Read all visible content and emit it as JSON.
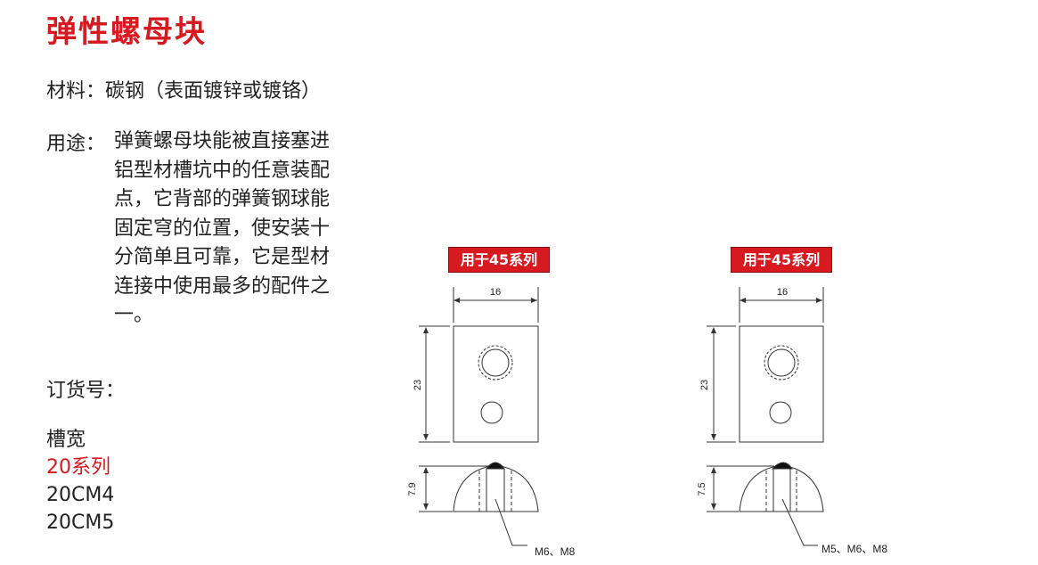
{
  "title": "弹性螺母块",
  "material": "材料：碳钢（表面镀锌或镀铬）",
  "usage_label": "用途：",
  "usage_lines": [
    "弹簧螺母块能被直接塞进",
    "铝型材槽坑中的任意装配",
    "点，它背部的弹簧钢球能",
    "固定穹的位置，使安装十",
    "分简单且可靠，它是型材",
    "连接中使用最多的配件之",
    "一。"
  ],
  "order_label": "订货号：",
  "order_list": {
    "header": "槽宽",
    "series": "20系列",
    "items": [
      "20CM4",
      "20CM5"
    ]
  },
  "drawings": [
    {
      "badge": "用于45系列",
      "width": "16",
      "height": "23",
      "side_height": "7.9",
      "thread": "M6、M8"
    },
    {
      "badge": "用于45系列",
      "width": "16",
      "height": "23",
      "side_height": "7.5",
      "thread": "M5、M6、M8"
    }
  ],
  "colors": {
    "accent": "#d71920",
    "text": "#222222"
  }
}
